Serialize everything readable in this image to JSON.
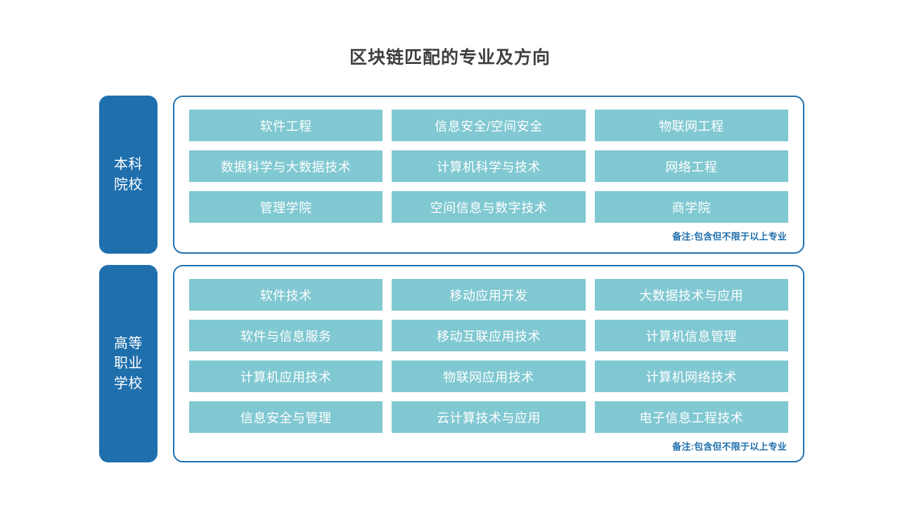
{
  "title": "区块链匹配的专业及方向",
  "colors": {
    "accent_blue": "#1F6FAD",
    "chip_teal": "#80C8D2",
    "title_text": "#3f3f3f",
    "chip_text": "#ffffff",
    "background": "#ffffff"
  },
  "sections": [
    {
      "label": "本科\n院校",
      "note": "备注:包含但不限于以上专业",
      "rows": [
        [
          "软件工程",
          "信息安全/空间安全",
          "物联网工程"
        ],
        [
          "数据科学与大数据技术",
          "计算机科学与技术",
          "网络工程"
        ],
        [
          "管理学院",
          "空间信息与数字技术",
          "商学院"
        ]
      ]
    },
    {
      "label": "高等\n职业\n学校",
      "note": "备注:包含但不限于以上专业",
      "rows": [
        [
          "软件技术",
          "移动应用开发",
          "大数据技术与应用"
        ],
        [
          "软件与信息服务",
          "移动互联应用技术",
          "计算机信息管理"
        ],
        [
          "计算机应用技术",
          "物联网应用技术",
          "计算机网络技术"
        ],
        [
          "信息安全与管理",
          "云计算技术与应用",
          "电子信息工程技术"
        ]
      ]
    }
  ]
}
